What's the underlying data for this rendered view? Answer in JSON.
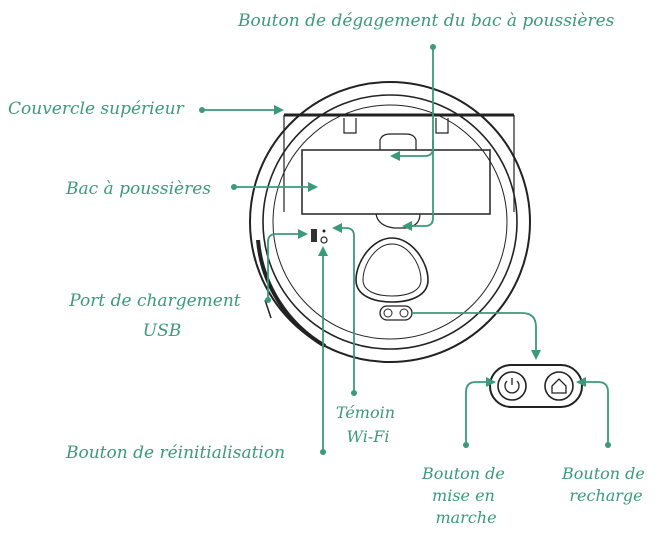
{
  "labels": {
    "dust_bin_release": "Bouton de dégagement du bac à poussières",
    "top_cover": "Couvercle supérieur",
    "dust_bin": "Bac à poussières",
    "usb_port_line1": "Port de chargement",
    "usb_port_line2": "USB",
    "wifi_line1": "Témoin",
    "wifi_line2": "Wi-Fi",
    "reset": "Bouton de réinitialisation",
    "power_line1": "Bouton de",
    "power_line2": "mise en",
    "power_line3": "marche",
    "recharge_line1": "Bouton de",
    "recharge_line2": "recharge"
  },
  "icons": {
    "power": "power-icon",
    "home": "home-icon"
  },
  "colors": {
    "accent": "#3a9a7a",
    "line": "#222222"
  }
}
